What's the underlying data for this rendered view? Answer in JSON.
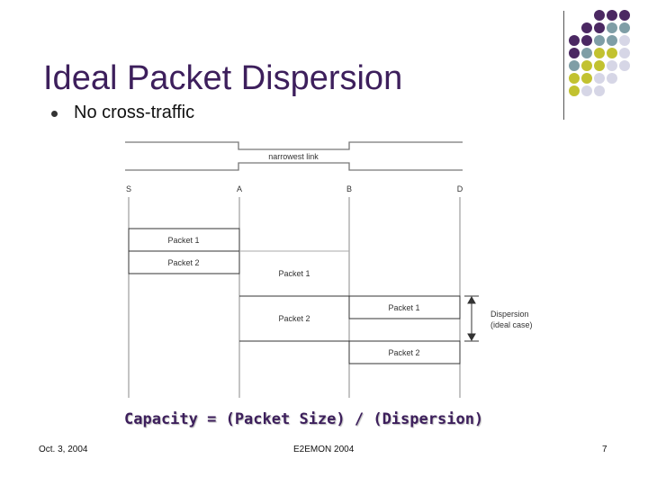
{
  "slide": {
    "title": "Ideal Packet Dispersion",
    "bullet": "No cross-traffic",
    "formula": "Capacity = (Packet Size) / (Dispersion)"
  },
  "diagram": {
    "link_label": "narrowest link",
    "nodes": [
      "S",
      "A",
      "B",
      "D"
    ],
    "packet1": "Packet 1",
    "packet2": "Packet 2",
    "dispersion_line1": "Dispersion",
    "dispersion_line2": "(ideal case)"
  },
  "footer": {
    "date": "Oct. 3, 2004",
    "event": "E2EMON 2004",
    "page": "7"
  },
  "colors": {
    "title": "#3d1f5c",
    "dot_purple": "#4b2862",
    "dot_teal": "#7f9ea6",
    "dot_olive": "#c2c230",
    "dot_lavender": "#d6d6e6"
  }
}
